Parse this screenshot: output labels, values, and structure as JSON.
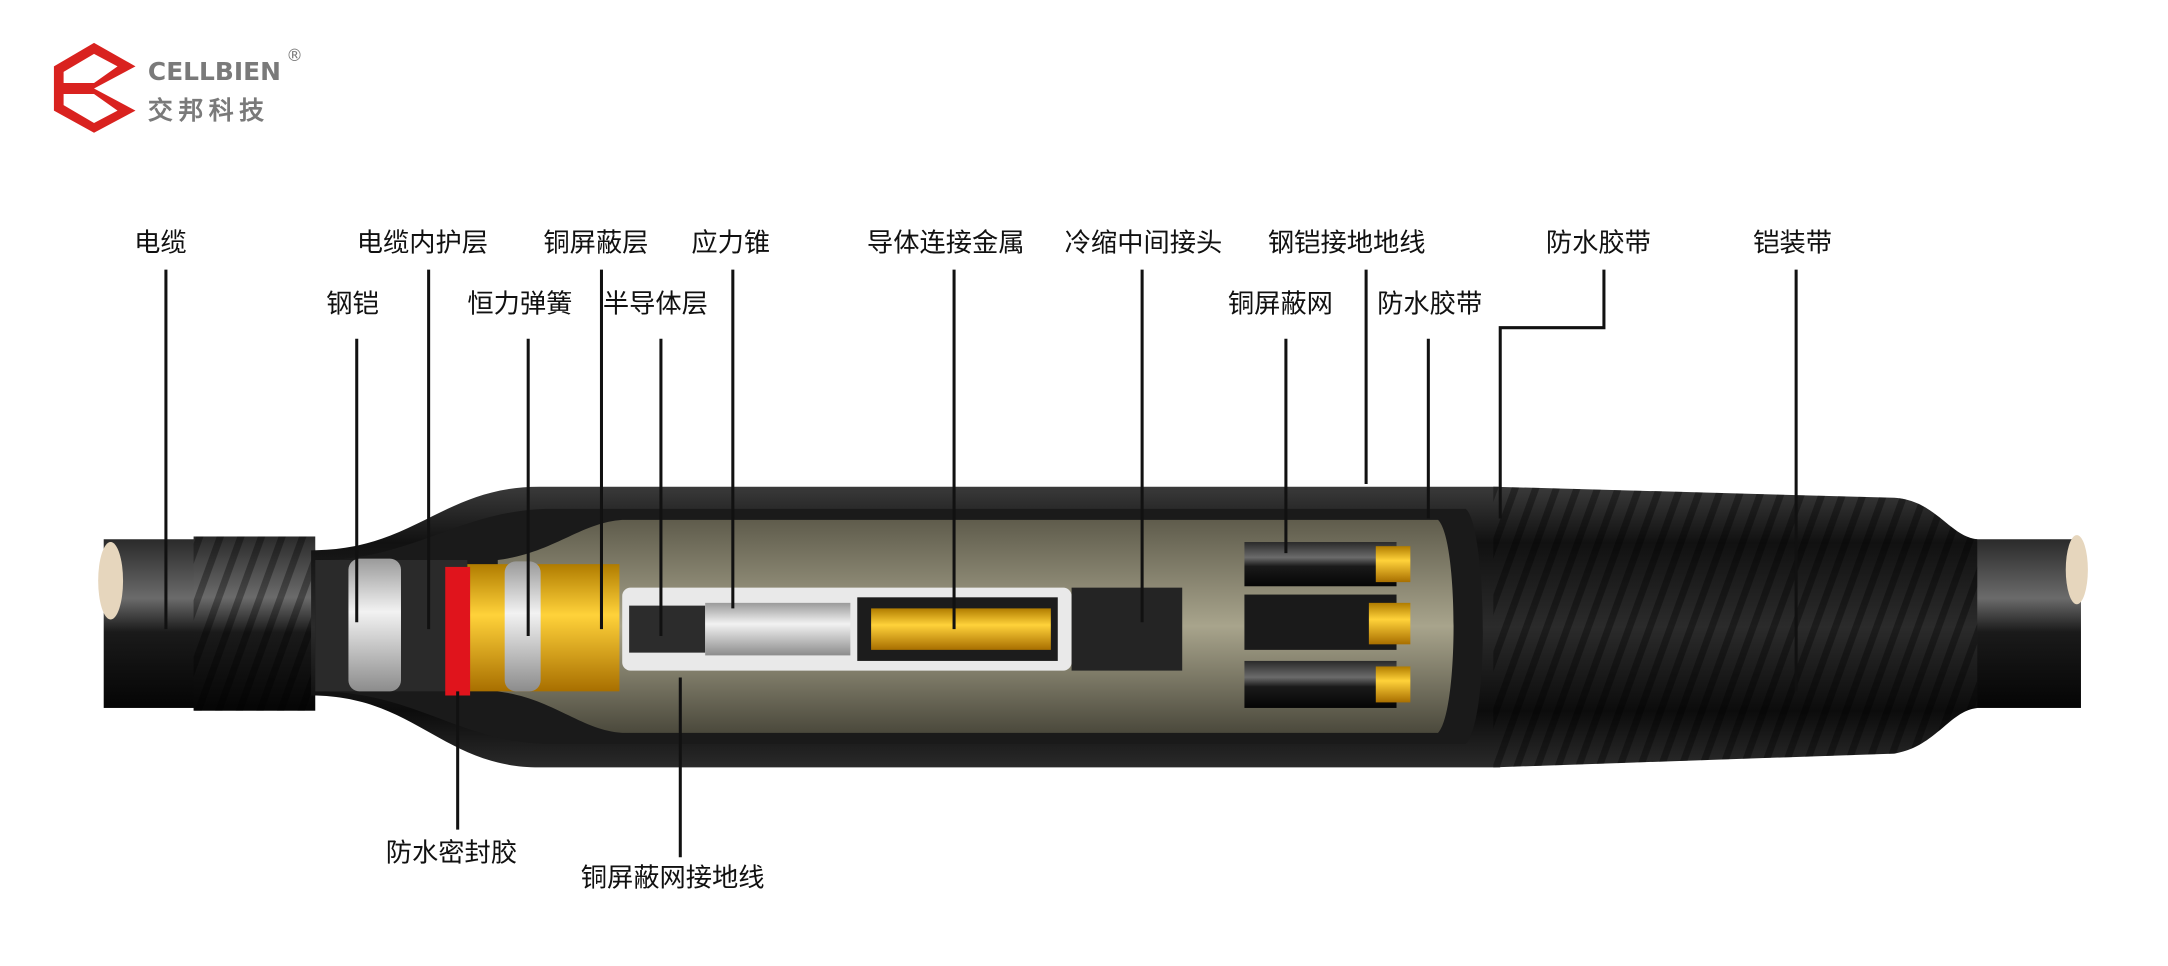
{
  "logo": {
    "brand_en": "CELLBIEN",
    "registered": "®",
    "brand_cn": "交邦科技",
    "brand_color": "#d9221f",
    "text_color": "#7a7a7a"
  },
  "labels": {
    "cable": "电缆",
    "steel_armor": "钢铠",
    "inner_sheath": "电缆内护层",
    "constant_force_spring": "恒力弹簧",
    "copper_shield_layer": "铜屏蔽层",
    "semiconductor_layer": "半导体层",
    "stress_cone": "应力锥",
    "conductor_connector": "导体连接金属",
    "cold_shrink_joint": "冷缩中间接头",
    "armor_ground_wire": "钢铠接地地线",
    "copper_shield_mesh": "铜屏蔽网",
    "waterproof_tape_inner": "防水胶带",
    "waterproof_tape_outer": "防水胶带",
    "armor_tape": "铠装带",
    "waterproof_sealant": "防水密封胶",
    "shield_mesh_ground_wire": "铜屏蔽网接地线"
  },
  "colors": {
    "conductor": "#e8b210",
    "sealant": "#e0141c",
    "sheath": "#1e1e1e",
    "braid": "#8a8670"
  }
}
